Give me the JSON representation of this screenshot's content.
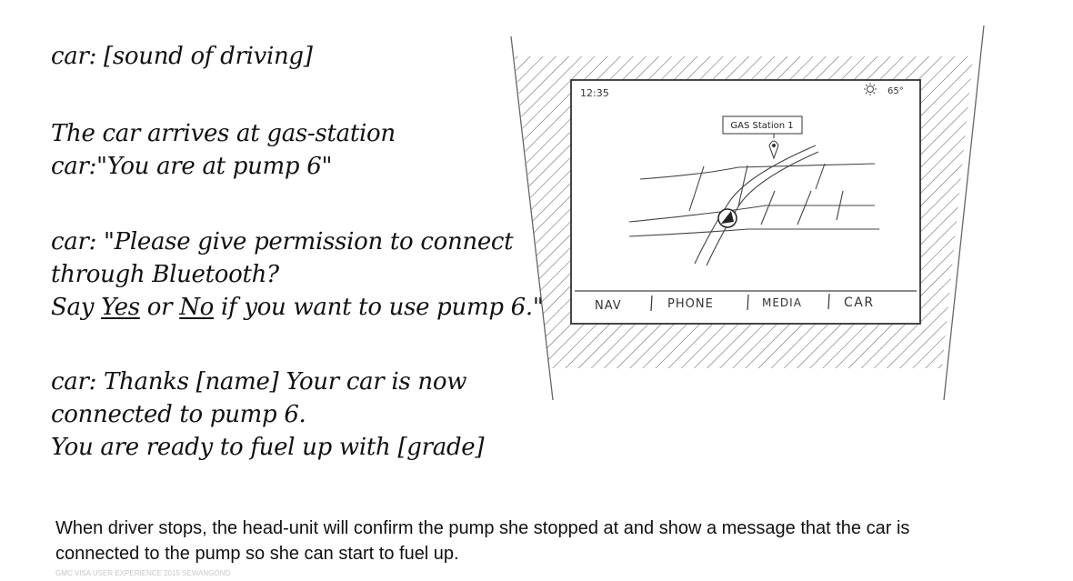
{
  "script": {
    "line1": "car: [sound of driving]",
    "line2": "The car arrives at gas-station",
    "line3": "car:\"You are at pump 6\"",
    "line4": "car: \"Please give permission to connect",
    "line5": "through Bluetooth?",
    "line6_prefix": "Say ",
    "line6_yes": "Yes",
    "line6_or": " or ",
    "line6_no": "No",
    "line6_suffix": " if you want to use pump 6.\"",
    "line7": "car: Thanks [name] Your car is now",
    "line8": "connected to pump 6.",
    "line9": "You are ready to fuel up with [grade]"
  },
  "headunit": {
    "time": "12:35",
    "temperature": "65°",
    "pin_label": "GAS Station 1",
    "nav_tabs": [
      "NAV",
      "PHONE",
      "MEDIA",
      "CAR"
    ]
  },
  "caption": {
    "line1": "When driver stops, the head-unit will confirm the pump she stopped at and show a message that the car is",
    "line2": "connected to the pump so she can start to fuel up."
  },
  "footer": "GMC VISA USER EXPERIENCE 2015 SEWANGOND",
  "colors": {
    "ink": "#111111",
    "sketch": "#555555",
    "footer": "#c8c8c8"
  }
}
